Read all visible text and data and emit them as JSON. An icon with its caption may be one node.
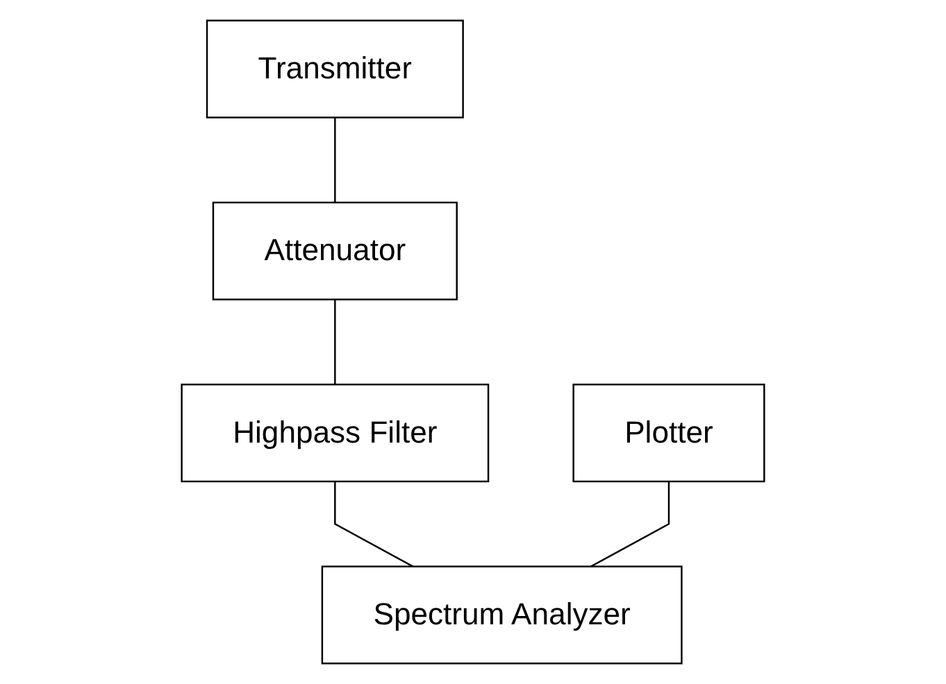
{
  "diagram": {
    "nodes": [
      {
        "text": [
          "Transmitter"
        ]
      },
      {
        "text": [
          "Attenuator"
        ]
      },
      {
        "text": [
          "Highpass Filter"
        ]
      },
      {
        "text": [
          "Plotter"
        ]
      },
      {
        "text": [
          "Spectrum Analyzer"
        ]
      }
    ],
    "edges": [
      {
        "from": 0,
        "to": 1,
        "arrow": "none"
      },
      {
        "from": 1,
        "to": 2,
        "arrow": "none"
      },
      {
        "from": 2,
        "to": 4,
        "arrow": "none"
      },
      {
        "from": 3,
        "to": 4,
        "arrow": "none"
      }
    ]
  }
}
